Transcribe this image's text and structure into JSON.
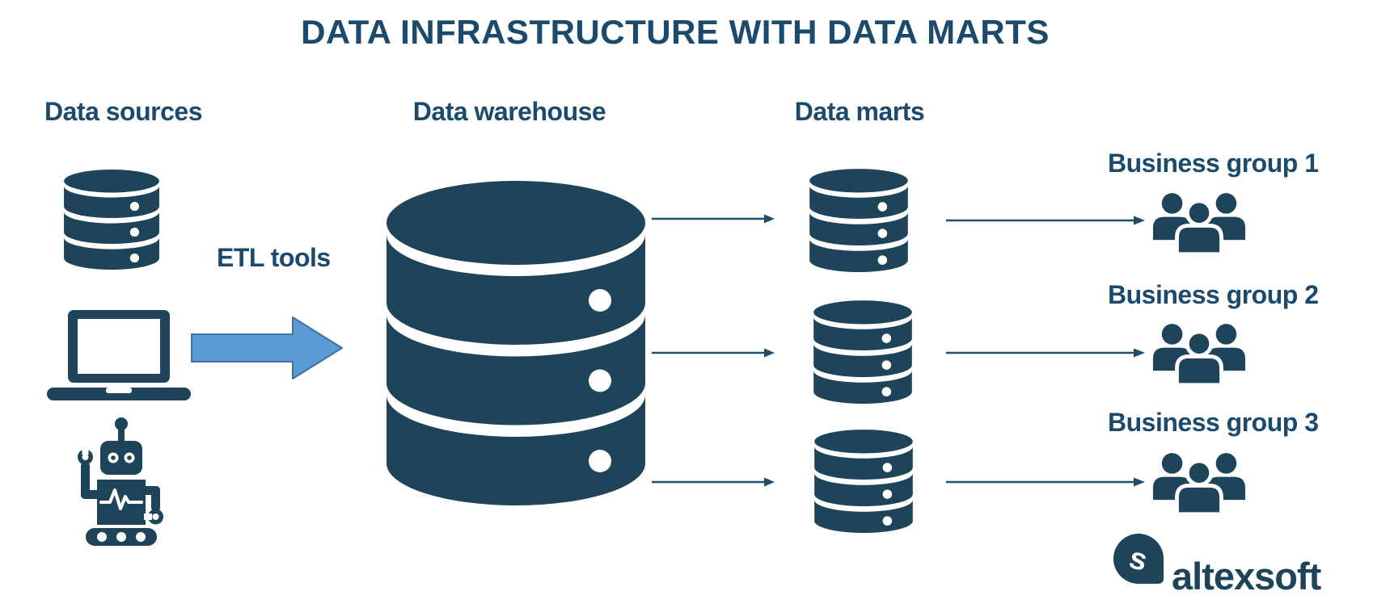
{
  "title": "DATA INFRASTRUCTURE WITH DATA MARTS",
  "labels": {
    "sources": "Data sources",
    "etl": "ETL tools",
    "warehouse": "Data warehouse",
    "marts": "Data marts"
  },
  "business_groups": [
    {
      "label": "Business group 1"
    },
    {
      "label": "Business group 2"
    },
    {
      "label": "Business group 3"
    }
  ],
  "logo": {
    "brand": "altexsoft"
  },
  "icons": {
    "database": "stacked-cylinder-database",
    "laptop": "laptop-computer",
    "robot": "robot-automation",
    "etl_arrow": "block-arrow-right",
    "warehouse": "large-database-cylinder",
    "flow_arrow": "thin-arrow-right",
    "users": "three-person-group",
    "logo_mark": "speech-bubble-s-mark"
  },
  "colors": {
    "navy": "#1D4458",
    "text": "#1C4A6C",
    "connector": "#1F4E66",
    "etl-fill": "#5B9BD5",
    "etl-stroke": "#41719C",
    "background": "#FFFFFF"
  }
}
